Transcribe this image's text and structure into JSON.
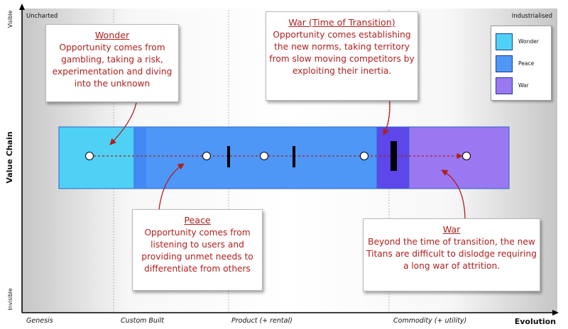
{
  "axes": {
    "y_label": "Value Chain",
    "y_top": "Visible",
    "y_bottom": "Invisible",
    "x_label": "Evolution",
    "corner_left": "Uncharted",
    "corner_right": "Industrialised",
    "stages": [
      "Genesis",
      "Custom Built",
      "Product (+ rental)",
      "Commodity (+ utility)"
    ]
  },
  "legend": [
    {
      "label": "Wonder",
      "color": "#4fd1f6"
    },
    {
      "label": "Peace",
      "color": "#4f97f7"
    },
    {
      "label": "War",
      "color": "#9a78f2"
    }
  ],
  "callouts": {
    "wonder": {
      "title": "Wonder",
      "body": "Opportunity comes from gambling, taking a risk, experimentation and diving into the unknown"
    },
    "war_transition": {
      "title": "War (Time of Transition)",
      "body": "Opportunity comes establishing the new norms, taking territory from slow moving competitors by exploiting their inertia."
    },
    "peace": {
      "title": "Peace",
      "body": "Opportunity comes from listening to users and providing unmet needs to differentiate from others"
    },
    "war": {
      "title": "War",
      "body": "Beyond the time of transition, the new Titans are difficult to dislodge requiring a long war of attrition."
    }
  },
  "colors": {
    "wonder": "#4fd1f6",
    "peace": "#4f97f7",
    "transition": "#5d47ea",
    "war": "#9a78f2",
    "arrow": "#b01e1e"
  }
}
